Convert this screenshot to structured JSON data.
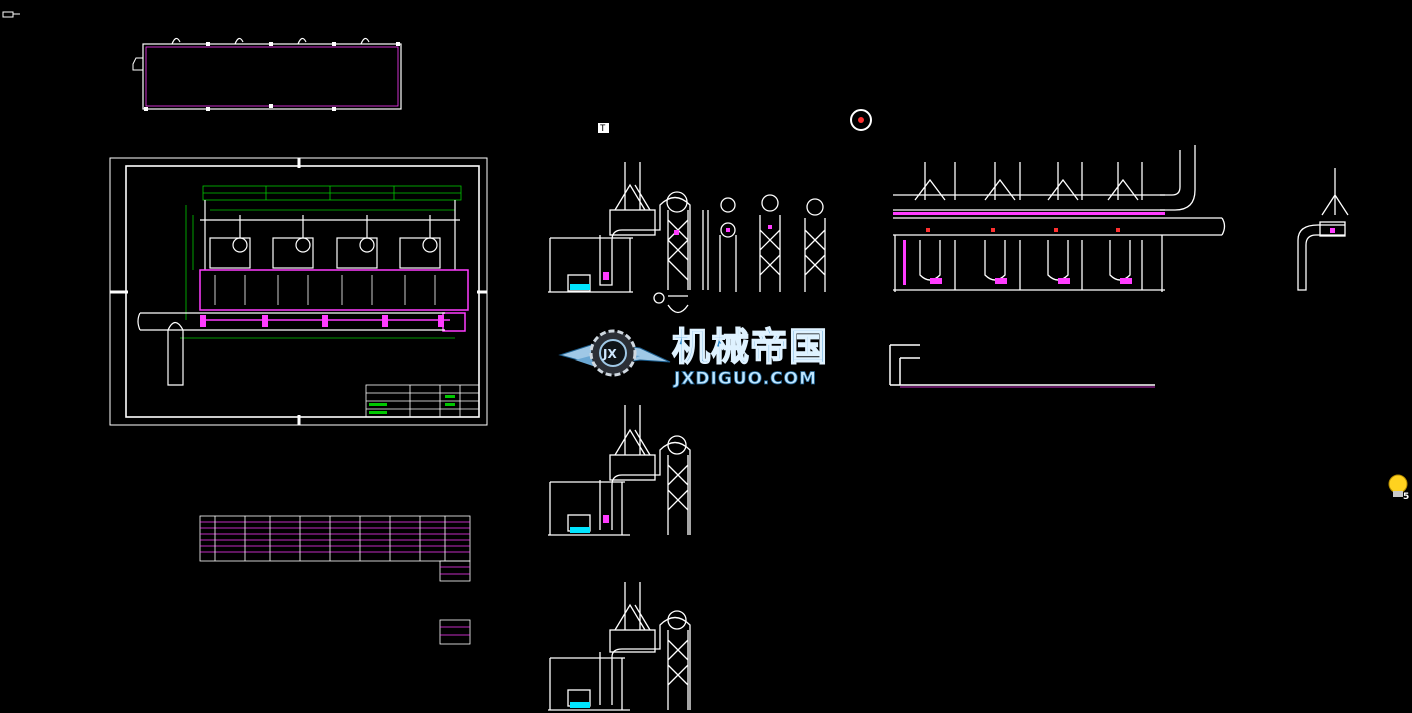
{
  "watermark": {
    "logo_text": "JX",
    "chinese_text": "机械帝国",
    "domain_text": "JXDIGUO.COM"
  },
  "markers": {
    "section_tag": "T",
    "hint_count": "5"
  },
  "colors": {
    "background": "#000000",
    "line_white": "#ffffff",
    "line_magenta": "#ff3cff",
    "line_green": "#00c800",
    "line_red": "#ff3030",
    "line_cyan": "#00e5ff",
    "watermark_blue": "#2a86c9",
    "hint_yellow": "#ffd21f"
  },
  "icons": {
    "ucs": "ucs-icon",
    "hint": "lightbulb-hint-icon",
    "logo": "gear-wings-logo-icon"
  }
}
